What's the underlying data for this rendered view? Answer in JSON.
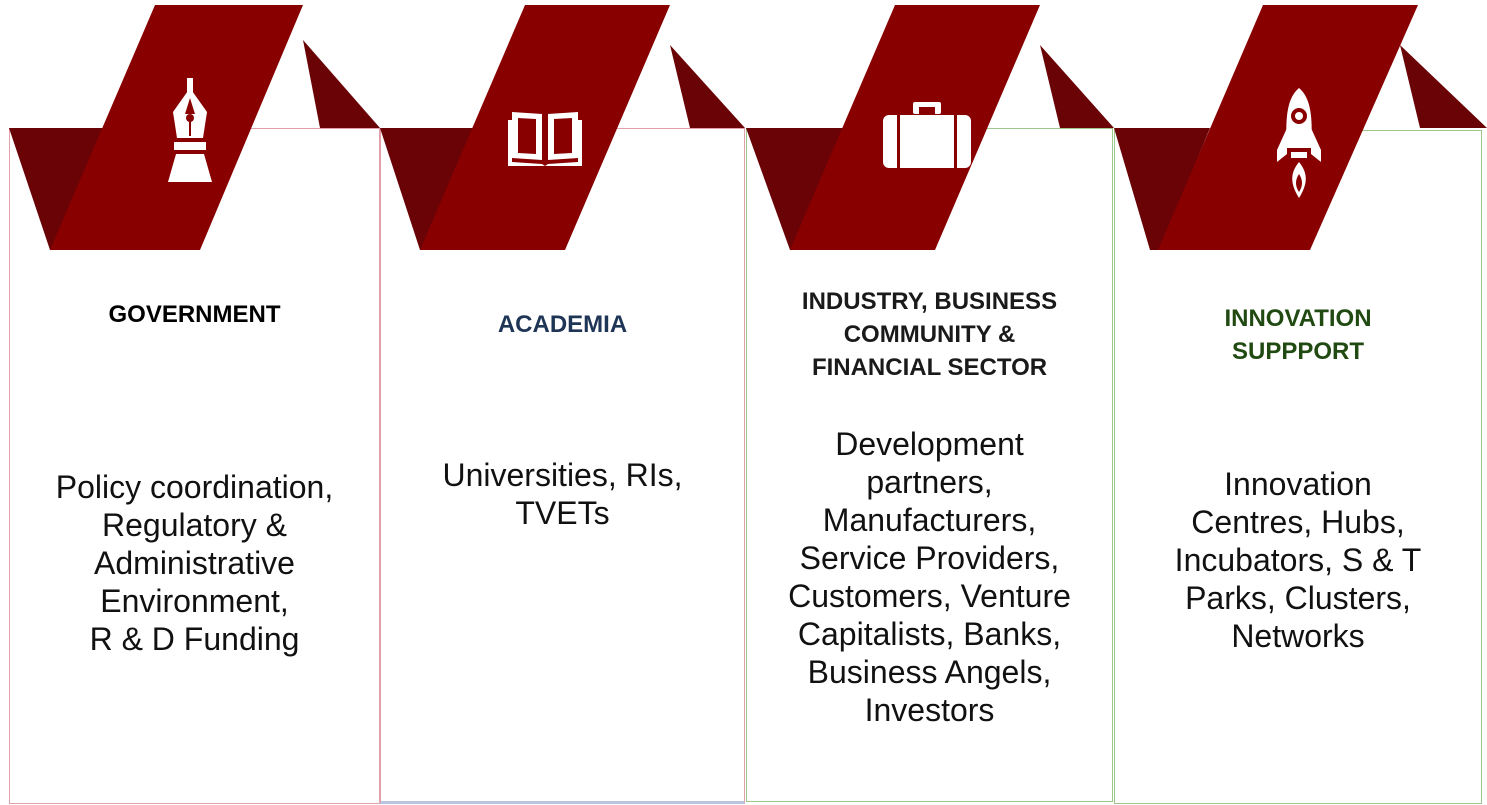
{
  "colors": {
    "ribbon_front": "#890000",
    "ribbon_back": "#6a0306",
    "icon": "#ffffff"
  },
  "columns": [
    {
      "title": "GOVERNMENT",
      "title_color": "#000000",
      "icon": "fountain-pen-icon",
      "body": [
        "Policy coordination,",
        "Regulatory &",
        "Administrative",
        "Environment,",
        "R & D Funding"
      ]
    },
    {
      "title": "ACADEMIA",
      "title_color": "#1f3556",
      "icon": "open-book-icon",
      "body": [
        "Universities, RIs,",
        "TVETs"
      ]
    },
    {
      "title_lines": [
        "INDUSTRY, BUSINESS",
        "COMMUNITY &",
        "FINANCIAL SECTOR"
      ],
      "title_color": "#1a1a1a",
      "icon": "briefcase-icon",
      "body": [
        "Development",
        "partners,",
        "Manufacturers,",
        "Service Providers,",
        "Customers, Venture",
        "Capitalists, Banks,",
        "Business Angels,",
        "Investors"
      ]
    },
    {
      "title_lines": [
        "INNOVATION",
        "SUPPPORT"
      ],
      "title_color": "#214a13",
      "icon": "rocket-icon",
      "body": [
        "Innovation",
        "Centres, Hubs,",
        "Incubators, S & T",
        "Parks, Clusters,",
        "Networks"
      ]
    }
  ]
}
